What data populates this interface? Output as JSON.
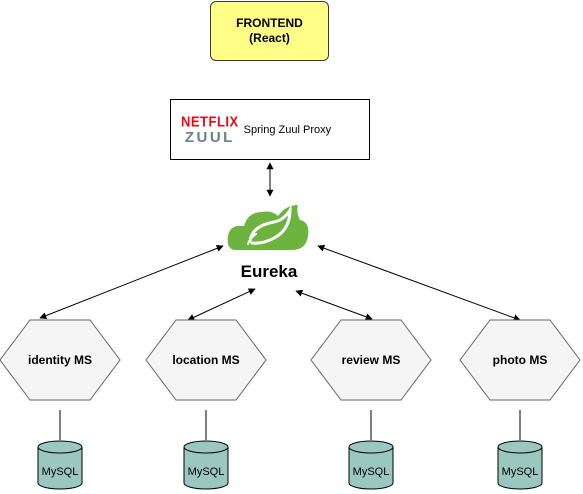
{
  "frontend": {
    "line1": "FRONTEND",
    "line2": "(React)"
  },
  "gateway": {
    "logo_top": "NETFLIX",
    "logo_bottom": "ZUUL",
    "label": "Spring Zuul Proxy"
  },
  "registry": {
    "label": "Eureka"
  },
  "services": [
    {
      "label": "identity MS",
      "db": "MySQL"
    },
    {
      "label": "location MS",
      "db": "MySQL"
    },
    {
      "label": "review MS",
      "db": "MySQL"
    },
    {
      "label": "photo MS",
      "db": "MySQL"
    }
  ],
  "colors": {
    "frontend_fill": "#ffff88",
    "service_fill": "#f5f5f5",
    "db_fill": "#9ac7bf",
    "eureka_green": "#6db33f"
  }
}
